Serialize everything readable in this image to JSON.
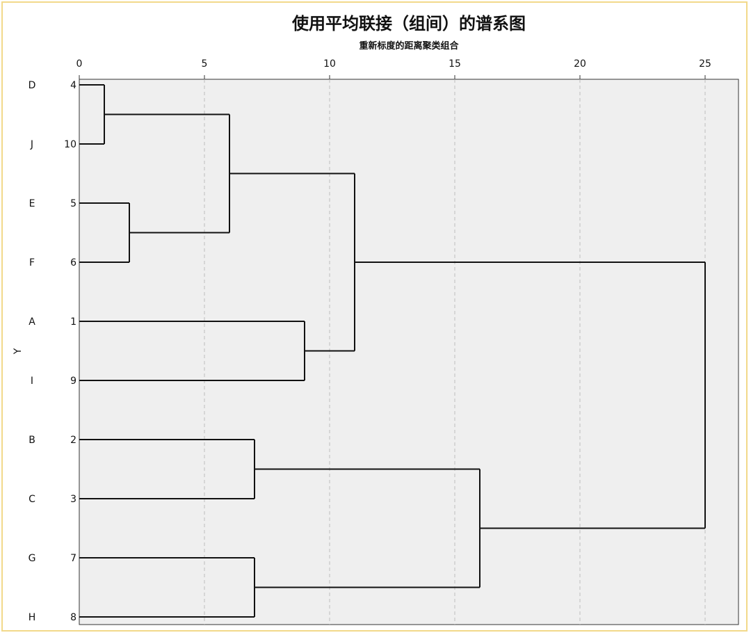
{
  "chart_data": {
    "type": "dendrogram",
    "title": "使用平均联接（组间）的谱系图",
    "subtitle": "重新标度的距离聚类组合",
    "ylabel": "Y",
    "x_ticks": [
      0,
      5,
      10,
      15,
      20,
      25
    ],
    "xlim": [
      0,
      26.3
    ],
    "grid": "vertical dashed",
    "leaves": [
      {
        "label": "D",
        "case": "4"
      },
      {
        "label": "J",
        "case": "10"
      },
      {
        "label": "E",
        "case": "5"
      },
      {
        "label": "F",
        "case": "6"
      },
      {
        "label": "A",
        "case": "1"
      },
      {
        "label": "I",
        "case": "9"
      },
      {
        "label": "B",
        "case": "2"
      },
      {
        "label": "C",
        "case": "3"
      },
      {
        "label": "G",
        "case": "7"
      },
      {
        "label": "H",
        "case": "8"
      }
    ],
    "merges": [
      {
        "a": 0,
        "b": 1,
        "height": 1
      },
      {
        "a": 2,
        "b": 3,
        "height": 2
      },
      {
        "a": 10,
        "b": 11,
        "height": 6
      },
      {
        "a": 4,
        "b": 5,
        "height": 9
      },
      {
        "a": 12,
        "b": 13,
        "height": 11
      },
      {
        "a": 6,
        "b": 7,
        "height": 7
      },
      {
        "a": 8,
        "b": 9,
        "height": 7
      },
      {
        "a": 15,
        "b": 16,
        "height": 16
      },
      {
        "a": 14,
        "b": 17,
        "height": 25
      }
    ],
    "colors": {
      "plot_background": "#efefef",
      "line": "#111111",
      "grid": "#bdbdbd",
      "frame": "#f2d98a"
    }
  }
}
